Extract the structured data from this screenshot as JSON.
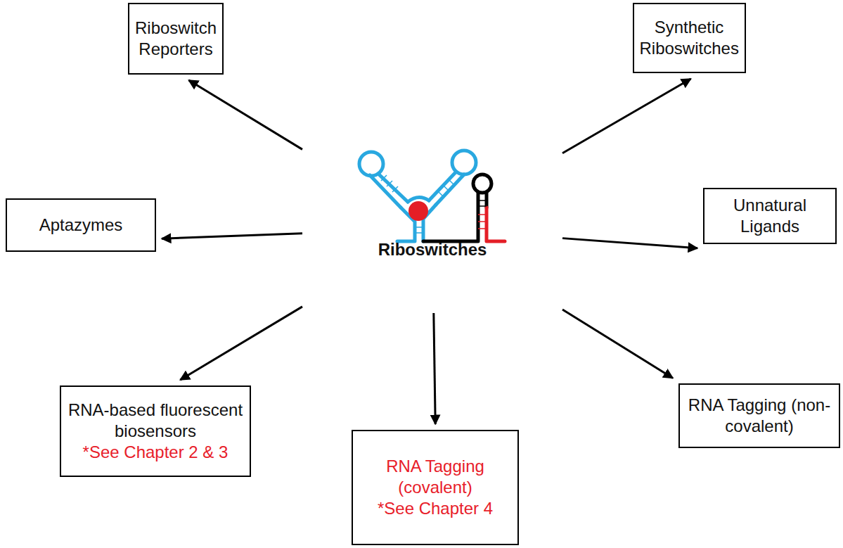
{
  "diagram": {
    "nodes": [
      {
        "text": [
          "Riboswitch Reporters"
        ]
      },
      {
        "text": [
          "Synthetic Riboswitches"
        ]
      },
      {
        "text": [
          "Aptazymes"
        ]
      },
      {
        "text": [
          "Riboswitches"
        ]
      },
      {
        "text": [
          "Unnatural Ligands"
        ]
      },
      {
        "text": [
          "RNA-based fluorescent biosensors",
          "*See Chapter 2 & 3"
        ]
      },
      {
        "text": [
          "RNA Tagging (non-covalent)"
        ]
      },
      {
        "text": [
          "RNA Tagging (covalent)",
          "*See Chapter 4"
        ]
      }
    ],
    "edges": [
      {
        "from": 3,
        "to": 0,
        "arrow": "to"
      },
      {
        "from": 3,
        "to": 1,
        "arrow": "to"
      },
      {
        "from": 3,
        "to": 2,
        "arrow": "to"
      },
      {
        "from": 3,
        "to": 4,
        "arrow": "to"
      },
      {
        "from": 3,
        "to": 5,
        "arrow": "to"
      },
      {
        "from": 3,
        "to": 6,
        "arrow": "to"
      },
      {
        "from": 3,
        "to": 7,
        "arrow": "to"
      }
    ]
  }
}
